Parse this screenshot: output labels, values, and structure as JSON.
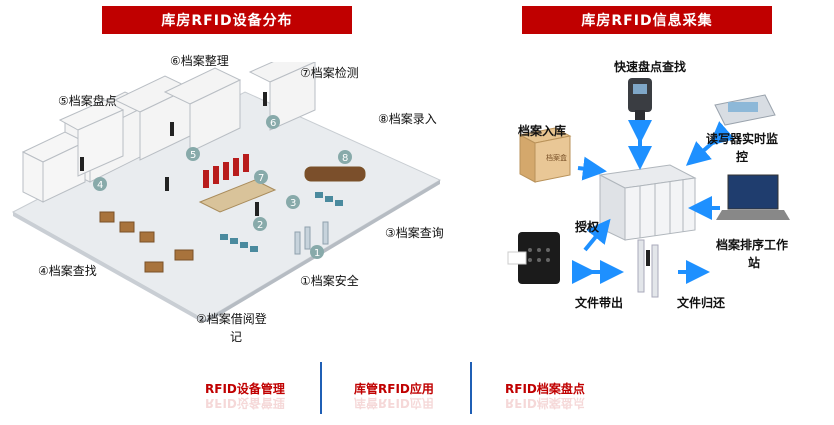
{
  "left_panel": {
    "title": "库房RFID设备分布",
    "labels": [
      "⑥档案整理",
      "⑦档案检测",
      "⑤档案盘点",
      "⑧档案录入",
      "③档案查询",
      "④档案查找",
      "①档案安全",
      "②档案借阅登",
      "记"
    ]
  },
  "right_panel": {
    "title": "库房RFID信息采集",
    "labels": {
      "quick_inventory": "快速盘点查找",
      "archive_in": "档案入库",
      "reader_monitor": "读写器实时监",
      "reader_monitor_2": "控",
      "sorting": "档案排序工作",
      "sorting_2": "站",
      "auth": "授权",
      "file_out": "文件带出",
      "file_return": "文件归还",
      "box_text": "档案盒"
    }
  },
  "bottom_tabs": [
    "RFID设备管理",
    "库管RFID应用",
    "RFID档案盘点"
  ],
  "colors": {
    "banner": "#c00000",
    "arrow": "#1e90ff",
    "divider": "#1f5fb5"
  }
}
